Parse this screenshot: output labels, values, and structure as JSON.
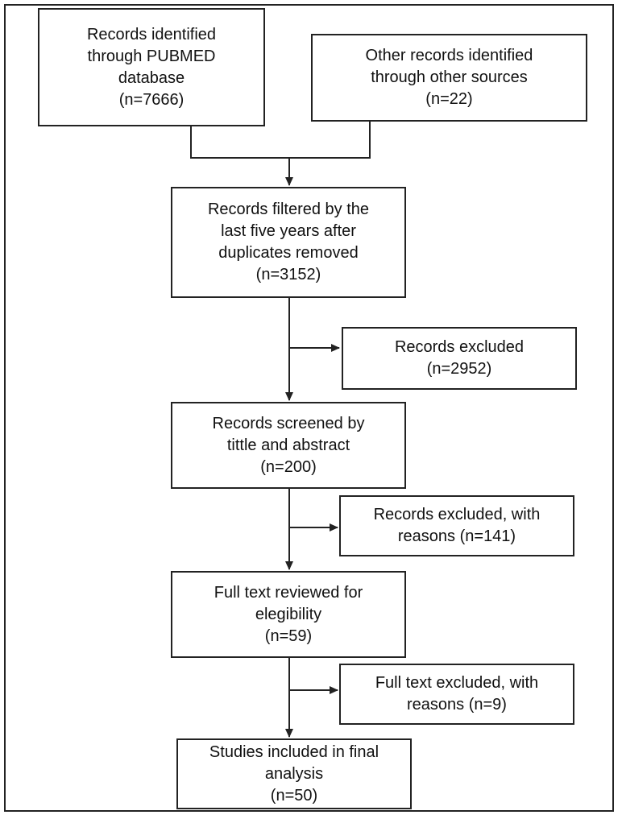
{
  "flow": {
    "pubmed": [
      "Records identified",
      "through PUBMED",
      "database",
      "(n=7666)"
    ],
    "other_sources": [
      "Other records identified",
      "through other sources",
      "(n=22)"
    ],
    "filtered": [
      "Records filtered by the",
      "last five years after",
      "duplicates removed",
      "(n=3152)"
    ],
    "excluded_1": [
      "Records excluded",
      "(n=2952)"
    ],
    "screened": [
      "Records screened by",
      "tittle and abstract",
      "(n=200)"
    ],
    "excluded_2": [
      "Records excluded, with",
      "reasons (n=141)"
    ],
    "fulltext": [
      "Full text reviewed for",
      "elegibility",
      "(n=59)"
    ],
    "excluded_3": [
      "Full text excluded, with",
      "reasons (n=9)"
    ],
    "included": [
      "Studies included in final",
      "analysis",
      "(n=50)"
    ]
  }
}
